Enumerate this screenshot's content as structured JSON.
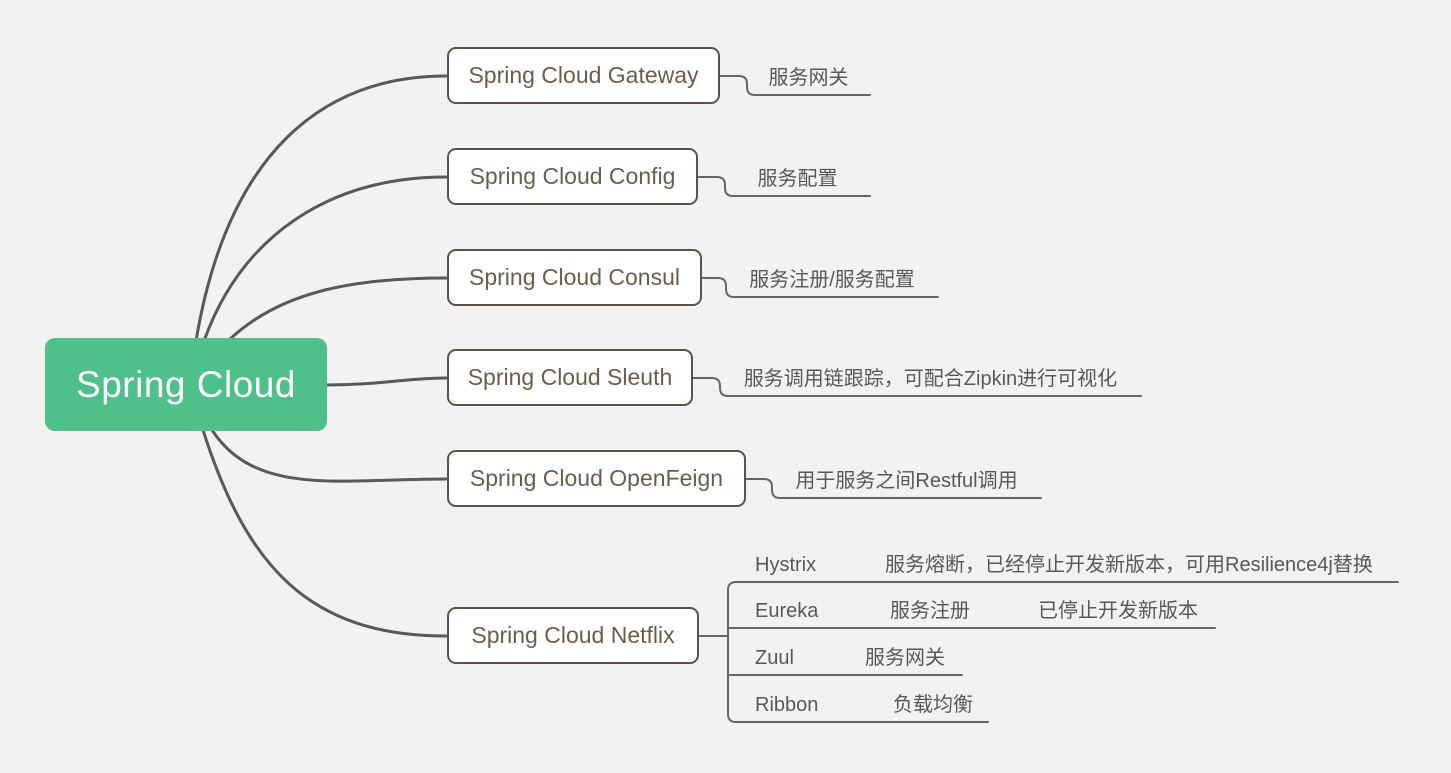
{
  "root": {
    "label": "Spring Cloud"
  },
  "branches": [
    {
      "label": "Spring Cloud Gateway",
      "note": "服务网关"
    },
    {
      "label": "Spring Cloud Config",
      "note": "服务配置"
    },
    {
      "label": "Spring Cloud Consul",
      "note": "服务注册/服务配置"
    },
    {
      "label": "Spring Cloud Sleuth",
      "note": "服务调用链跟踪，可配合Zipkin进行可视化"
    },
    {
      "label": "Spring Cloud OpenFeign",
      "note": "用于服务之间Restful调用"
    },
    {
      "label": "Spring Cloud Netflix",
      "children": [
        {
          "label": "Hystrix",
          "note": "服务熔断，已经停止开发新版本，可用Resilience4j替换"
        },
        {
          "label": "Eureka",
          "note": "服务注册",
          "subnote": "已停止开发新版本"
        },
        {
          "label": "Zuul",
          "note": "服务网关"
        },
        {
          "label": "Ribbon",
          "note": "负载均衡"
        }
      ]
    }
  ],
  "colors": {
    "bg": "#f2f2f2",
    "root_fill": "#4dc189",
    "root_text": "#ffffff",
    "box_border": "#5b534b",
    "box_text": "#6e5c4b",
    "leaf_text": "#58585a",
    "curve": "#595959",
    "line": "#666666"
  }
}
